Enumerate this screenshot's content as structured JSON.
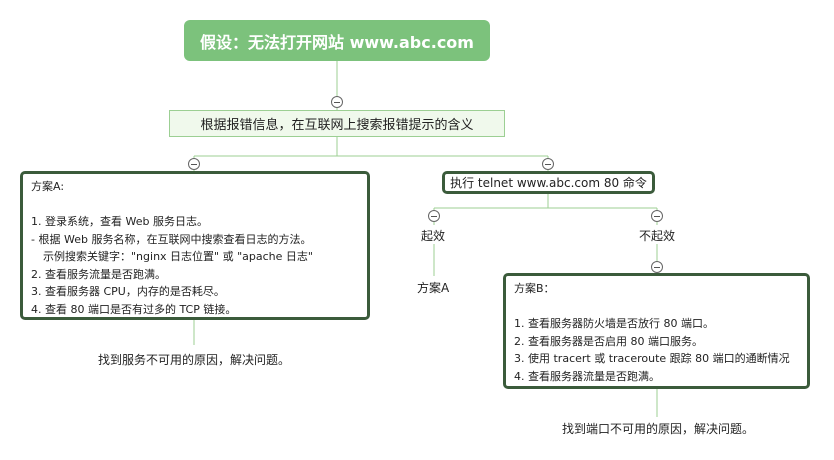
{
  "root": {
    "label": "假设：无法打开网站 www.abc.com"
  },
  "step1": {
    "label": "根据报错信息，在互联网上搜索报错提示的含义"
  },
  "plan_a": {
    "title": "方案A:",
    "lines": [
      "1. 登录系统，查看 Web 服务日志。",
      "- 根据 Web 服务名称，在互联网中搜索查看日志的方法。",
      "示例搜索关键字：\"nginx 日志位置\" 或 \"apache 日志\"",
      "2. 查看服务流量是否跑满。",
      "3. 查看服务器 CPU，内存的是否耗尽。",
      "4. 查看 80 端口是否有过多的 TCP 链接。"
    ],
    "result": "找到服务不可用的原因，解决问题。"
  },
  "telnet": {
    "label": "执行 telnet www.abc.com 80 命令",
    "effective": "起效",
    "effective_child": "方案A",
    "not_effective": "不起效"
  },
  "plan_b": {
    "title": "方案B：",
    "lines": [
      "1. 查看服务器防火墙是否放行 80 端口。",
      "2. 查看服务器是否启用 80 端口服务。",
      "3. 使用 tracert 或 traceroute 跟踪 80 端口的通断情况",
      "4. 查看服务器流量是否跑满。"
    ],
    "result": "找到端口不可用的原因，解决问题。"
  },
  "colors": {
    "root": "#7cc27c",
    "border": "#3b5b3b",
    "line": "#9ccf93"
  }
}
